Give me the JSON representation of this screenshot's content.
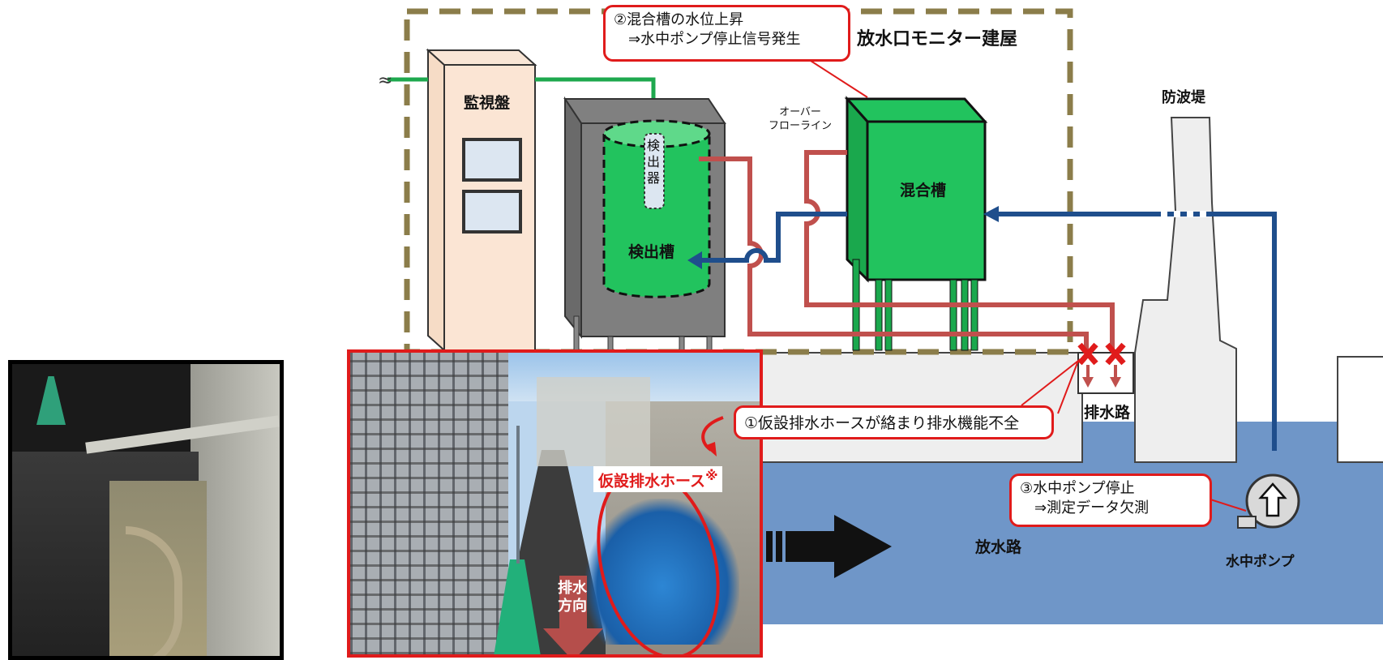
{
  "labels": {
    "building": "放水口モニター建屋",
    "monitor_panel": "監視盤",
    "detector": "検出器",
    "detection_tank": "検出槽",
    "mixing_tank": "混合槽",
    "overflow_line_1": "オーバー",
    "overflow_line_2": "フローライン",
    "breakwater": "防波堤",
    "drain_channel": "排水路",
    "discharge_channel": "放水路",
    "submersible_pump": "水中ポンプ",
    "temp_hose": "仮設排水ホース",
    "temp_hose_mark": "※",
    "drain_dir_1": "排水",
    "drain_dir_2": "方向"
  },
  "callouts": {
    "c1": "①仮設排水ホースが絡まり排水機能不全",
    "c2_line1": "②混合槽の水位上昇",
    "c2_line2": "⇒水中ポンプ停止信号発生",
    "c3_line1": "③水中ポンプ停止",
    "c3_line2": "⇒測定データ欠測"
  },
  "colors": {
    "accent_red": "#e01b1b",
    "pipe_red": "#c0504d",
    "pipe_blue": "#1f4e8c",
    "green_line": "#1ea84e",
    "tank_green": "#22c35e",
    "water": "#6f96c8",
    "building_border": "#8b7d4a"
  },
  "icons": [
    "break-mark-icon",
    "x-mark-icon",
    "pump-arrow-icon",
    "flow-arrow-icon"
  ]
}
